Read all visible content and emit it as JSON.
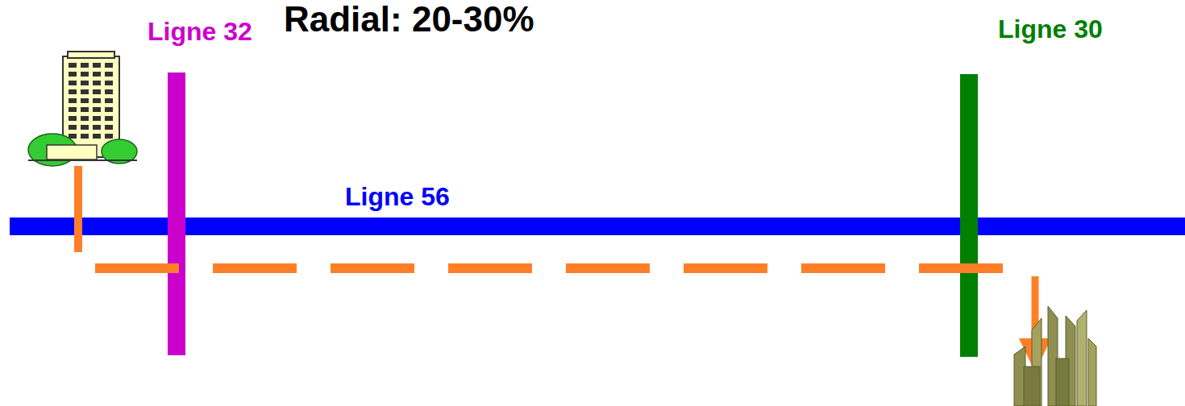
{
  "diagram": {
    "title": "Radial: 20-30%",
    "labels": [
      "Ligne 32",
      "Ligne 56",
      "Ligne 30"
    ]
  }
}
